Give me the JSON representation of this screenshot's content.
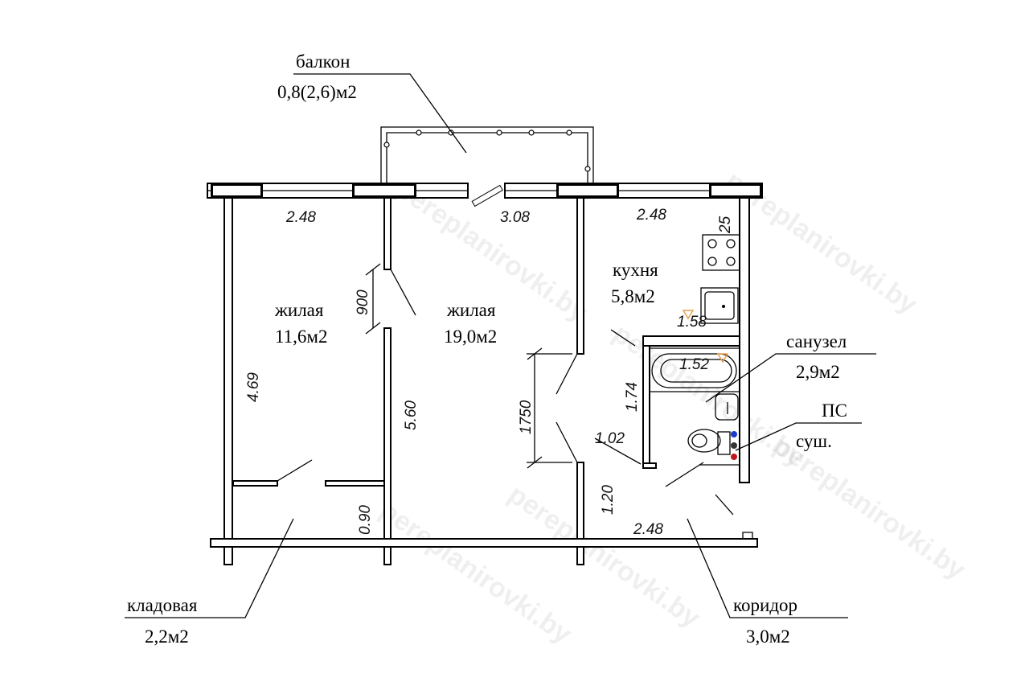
{
  "rooms": {
    "balcony": {
      "name": "балкон",
      "area": "0,8(2,6)м2"
    },
    "living_small": {
      "name": "жилая",
      "area": "11,6м2"
    },
    "living_large": {
      "name": "жилая",
      "area": "19,0м2"
    },
    "kitchen": {
      "name": "кухня",
      "area": "5,8м2"
    },
    "bathroom": {
      "name": "санузел",
      "area": "2,9м2"
    },
    "shaft": {
      "name": "ПС",
      "area": "суш."
    },
    "storage": {
      "name": "кладовая",
      "area": "2,2м2"
    },
    "corridor": {
      "name": "коридор",
      "area": "3,0м2"
    }
  },
  "dimensions": {
    "d1": "2.48",
    "d2": "3.08",
    "d3": "2.48",
    "d4": "25",
    "d5": "900",
    "d6": "4.69",
    "d7": "5.60",
    "d8": "1750",
    "d9": "1.58",
    "d10": "1.52",
    "d11": "1.74",
    "d12": "1.02",
    "d13": "1.20",
    "d14": "2.48",
    "d15": "0.90"
  },
  "watermark": "pereplanirovki.by"
}
